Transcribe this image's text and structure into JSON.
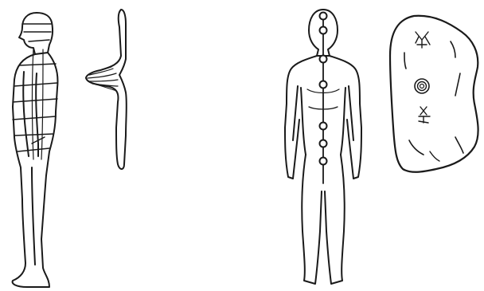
{
  "figure": {
    "panels": [
      {
        "id": "profile-figure",
        "icon": "banded-human-side-view"
      },
      {
        "id": "spinal-column-profile",
        "icon": "curved-spine-profile"
      },
      {
        "id": "front-figure",
        "icon": "human-front-view-with-chakra-points",
        "points_count": 7
      },
      {
        "id": "stone-tablet",
        "icon": "irregular-stone-with-glyphs",
        "glyph_count": 2
      }
    ],
    "colors": {
      "ink": "#1a1a1a",
      "background": "#ffffff"
    }
  }
}
